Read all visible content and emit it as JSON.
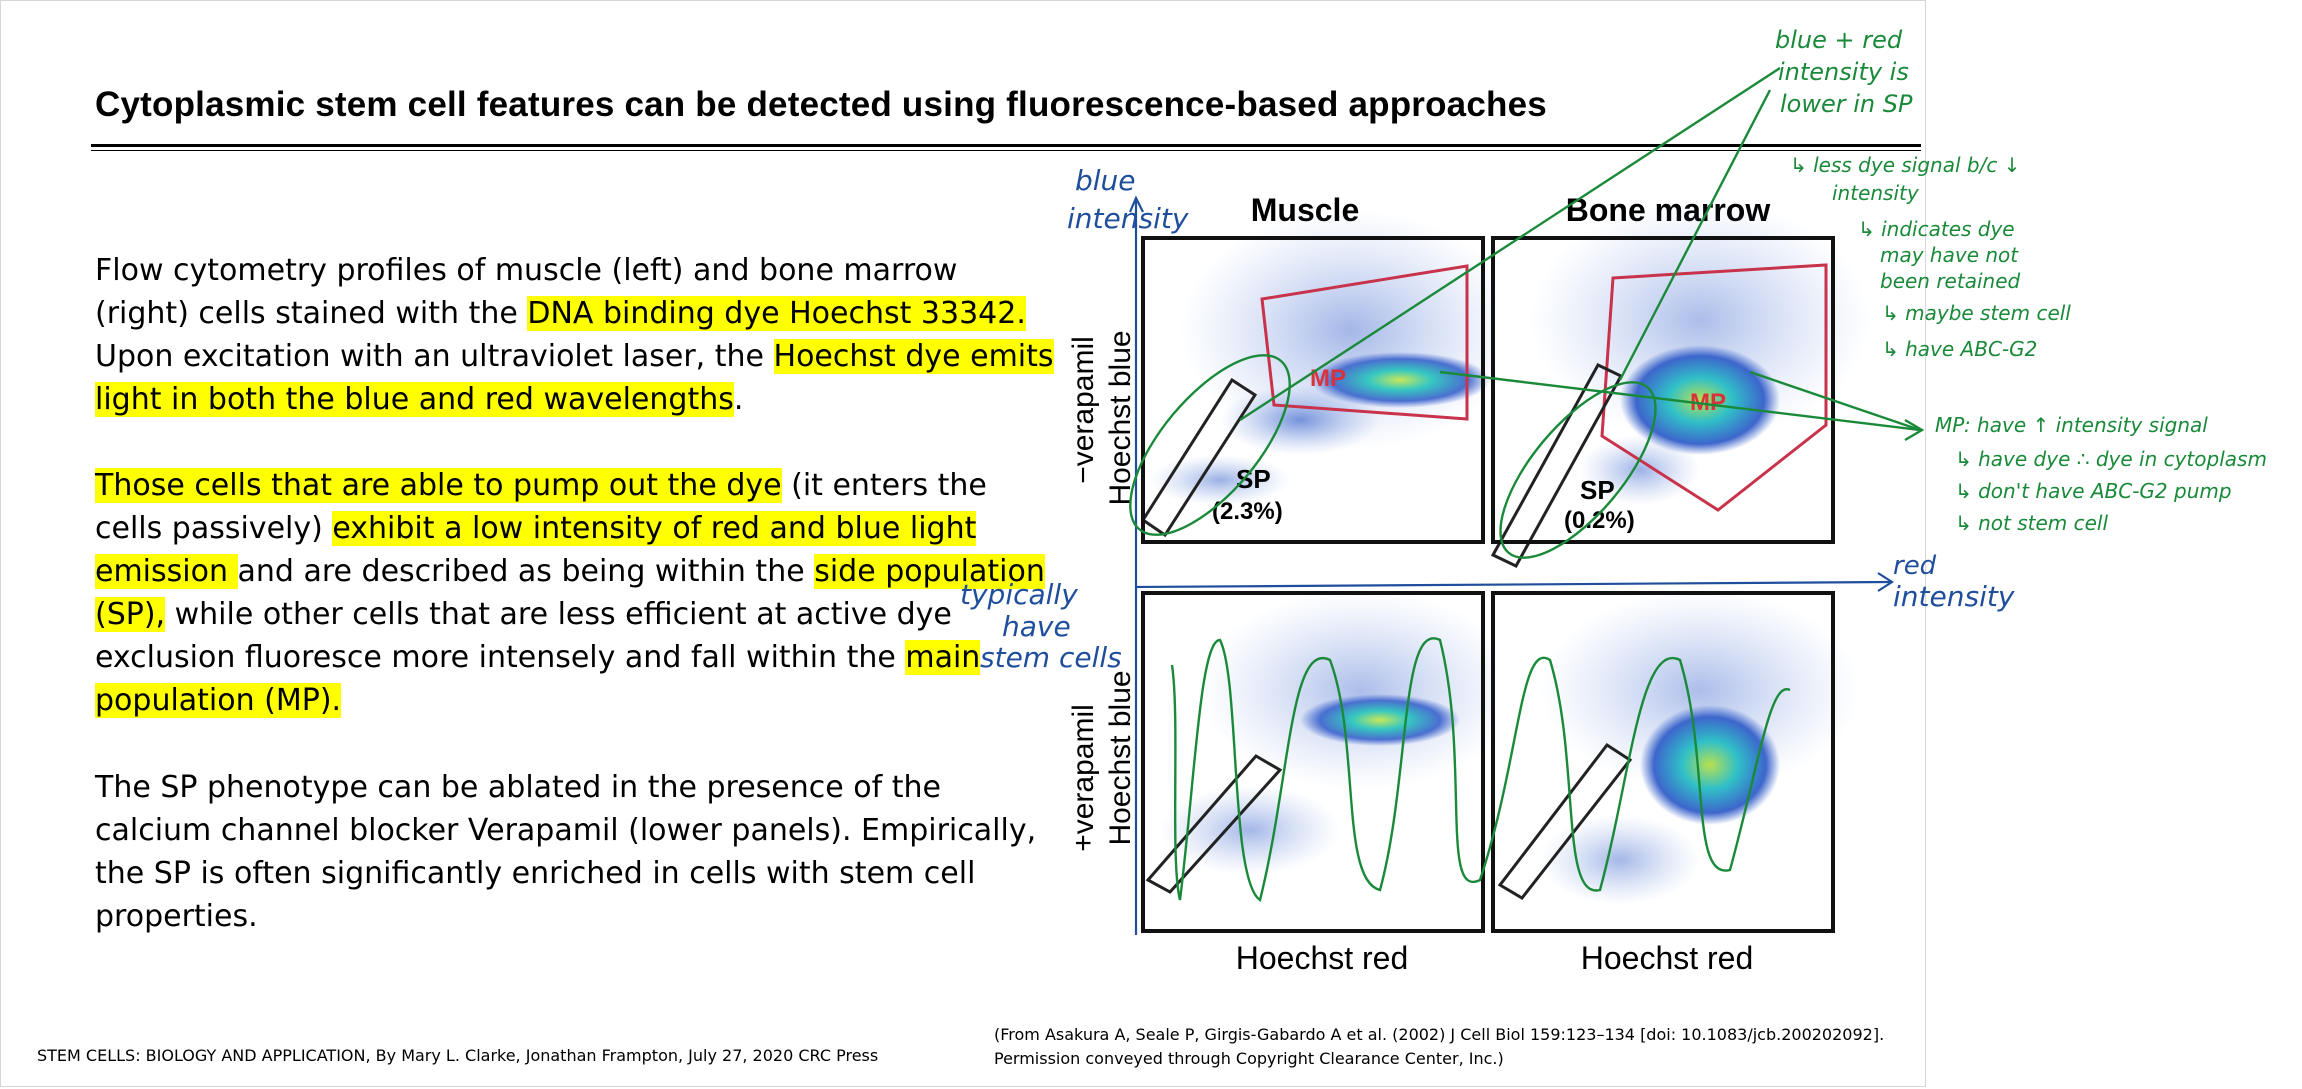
{
  "slide": {
    "title": "Cytoplasmic stem cell features can be detected using fluorescence-based approaches",
    "paragraph1": [
      {
        "text": "Flow cytometry profiles of muscle (left) and bone marrow (right) cells stained with the ",
        "highlight": false
      },
      {
        "text": "DNA binding dye Hoechst 33342.",
        "highlight": true
      },
      {
        "text": " Upon excitation with an ultraviolet laser, the ",
        "highlight": false
      },
      {
        "text": "Hoechst dye emits light in both the blue and red wavelengths",
        "highlight": true
      },
      {
        "text": ".",
        "highlight": false
      }
    ],
    "paragraph2": [
      {
        "text": "Those cells that are able to pump out the dye",
        "highlight": true
      },
      {
        "text": " (it enters the cells passively) ",
        "highlight": false
      },
      {
        "text": "exhibit a low intensity of red and blue light emission ",
        "highlight": true
      },
      {
        "text": "and are described as being within the ",
        "highlight": false
      },
      {
        "text": "side population (SP),",
        "highlight": true
      },
      {
        "text": " while other cells that are less efficient at active dye exclusion fluoresce more intensely and fall within the ",
        "highlight": false
      },
      {
        "text": "main population (MP).",
        "highlight": true
      }
    ],
    "paragraph3": "The SP phenotype can be ablated in the presence of the calcium channel blocker Verapamil (lower panels). Empirically, the SP is often significantly enriched in cells with stem cell properties.",
    "credit_left": "STEM CELLS: BIOLOGY AND APPLICATION, By Mary L. Clarke, Jonathan Frampton, July 27, 2020 CRC Press",
    "credit_right_line1": "(From Asakura A, Seale P, Girgis-Gabardo A et al. (2002) J Cell Biol 159:123–134 [doi: 10.1083/jcb.200202092].",
    "credit_right_line2": "Permission conveyed through Copyright Clearance Center, Inc.)"
  },
  "figure": {
    "col_muscle": "Muscle",
    "col_bone": "Bone marrow",
    "row_minus": "−verapamil",
    "row_plus": "+verapamil",
    "ylabel": "Hoechst blue",
    "xlabel": "Hoechst red",
    "mp_label": "MP",
    "sp_label": "SP",
    "sp_muscle_pct": "(2.3%)",
    "sp_bone_pct": "(0.2%)"
  },
  "annotations": {
    "blue_intensity": [
      "blue",
      "intensity"
    ],
    "red_intensity": [
      "red",
      "intensity"
    ],
    "typically": [
      "typically",
      "have",
      "stem cells"
    ],
    "top_note": [
      "blue + red",
      "intensity is",
      "lower in SP"
    ],
    "sp_notes": [
      "↳ less dye signal b/c ↓",
      "intensity",
      "↳ indicates dye",
      "may have not",
      "been retained",
      "↳ maybe stem cell",
      "↳ have ABC-G2"
    ],
    "mp_notes": [
      "MP: have ↑ intensity signal",
      "↳ have dye ∴ dye in cytoplasm",
      "↳ don't have ABC-G2 pump",
      "↳ not stem cell"
    ],
    "colors": {
      "green": "#1a8a3a",
      "blue": "#1f4e9c"
    }
  },
  "colors": {
    "highlight": "#ffff00",
    "gate_mp": "#c8324a",
    "density_low": "#5b7fd6",
    "density_high": "#36c8c0"
  }
}
